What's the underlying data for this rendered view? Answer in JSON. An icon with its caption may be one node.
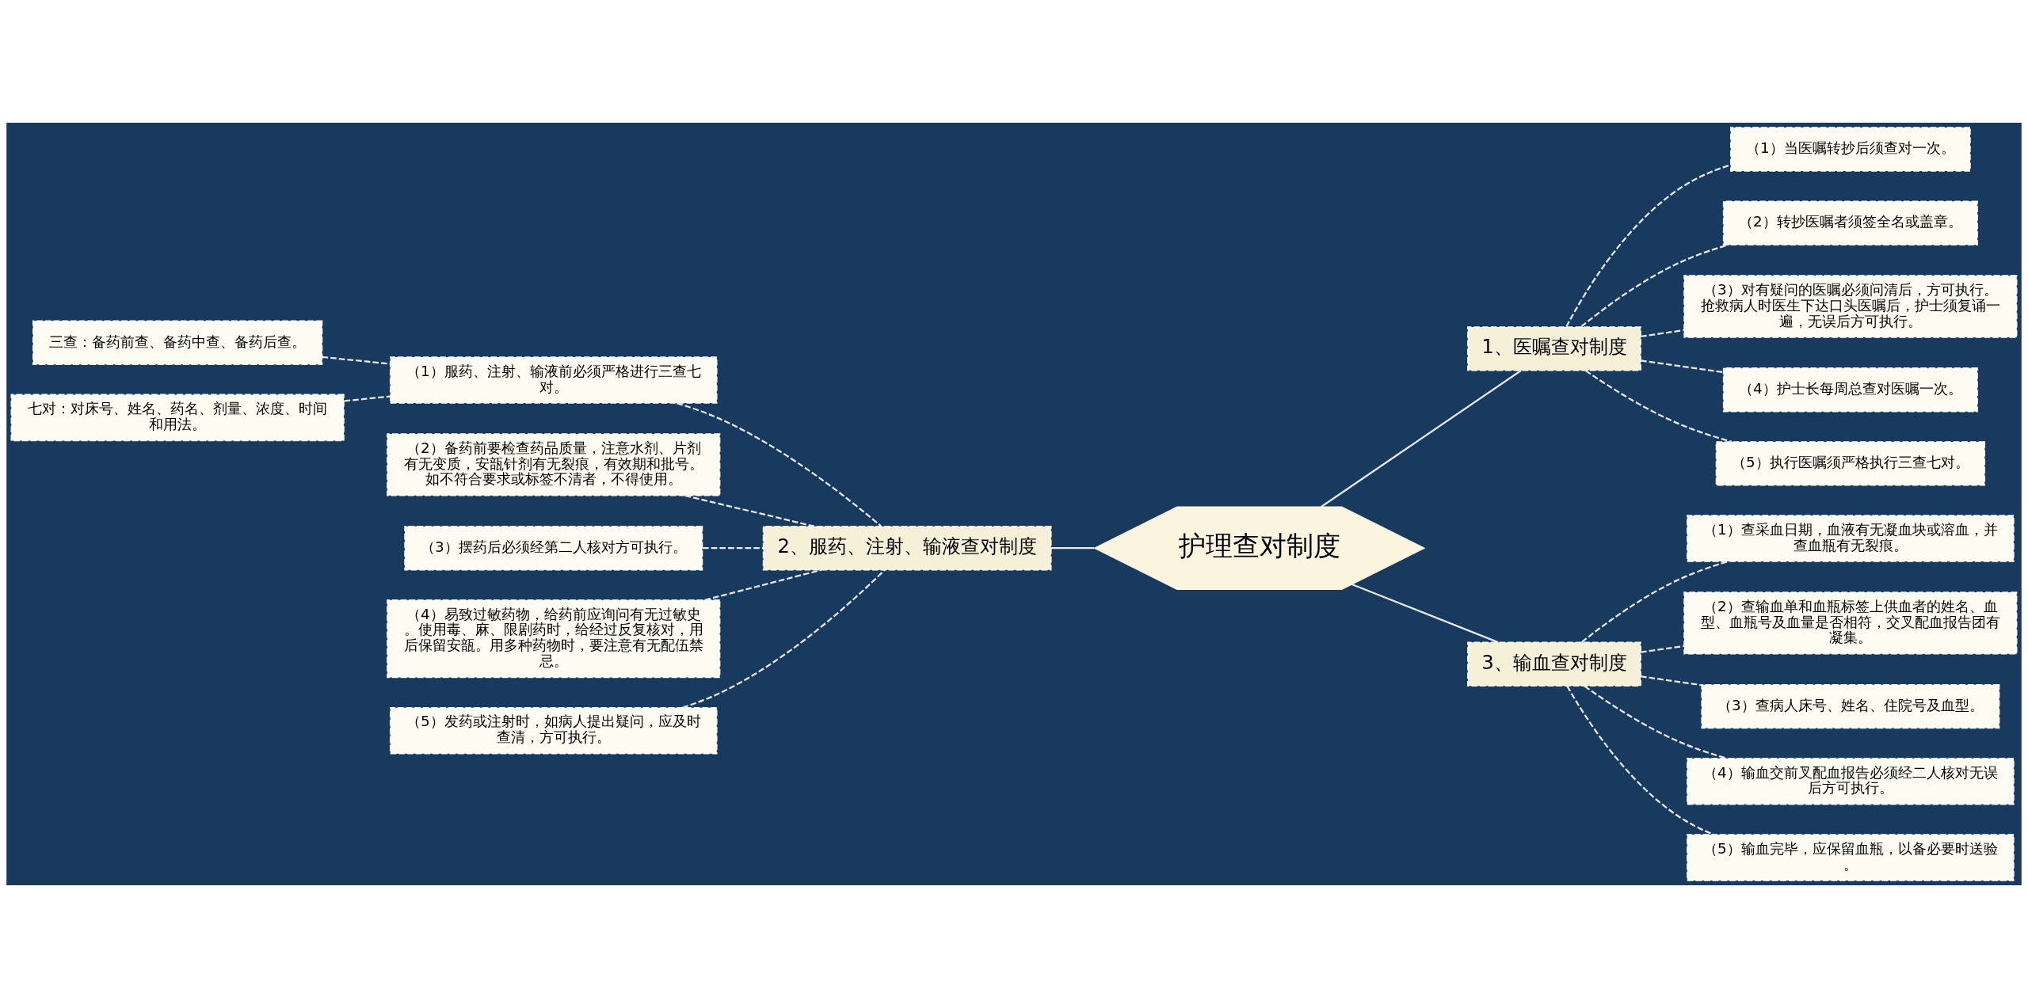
{
  "diagram": {
    "nodes": [
      {
        "text": [
          "护理查对制度"
        ]
      },
      {
        "text": [
          "1、医嘱查对制度"
        ]
      },
      {
        "text": [
          "（1）当医嘱转抄后须查对一次。"
        ]
      },
      {
        "text": [
          "（2）转抄医嘱者须签全名或盖章。"
        ]
      },
      {
        "text": [
          "（3）对有疑问的医嘱必须问清后，方可执行。抢救病人时医生下达口头医嘱后，护士须复诵一遍，无误后方可执行。"
        ]
      },
      {
        "text": [
          "（4）护士长每周总查对医嘱一次。"
        ]
      },
      {
        "text": [
          "（5）执行医嘱须严格执行三查七对。"
        ]
      },
      {
        "text": [
          "2、服药、注射、输液查对制度"
        ]
      },
      {
        "text": [
          "（1）服药、注射、输液前必须严格进行三查七对。"
        ]
      },
      {
        "text": [
          "三查：备药前查、备药中查、备药后查。"
        ]
      },
      {
        "text": [
          "七对：对床号、姓名、药名、剂量、浓度、时间和用法。"
        ]
      },
      {
        "text": [
          "（2）备药前要检查药品质量，注意水剂、片剂有无变质，安瓿针剂有无裂痕，有效期和批号。如不符合要求或标签不清者，不得使用。"
        ]
      },
      {
        "text": [
          "（3）摆药后必须经第二人核对方可执行。"
        ]
      },
      {
        "text": [
          "（4）易致过敏药物，给药前应询问有无过敏史。使用毒、麻、限剧药时，给经过反复核对，用后保留安瓿。用多种药物时，要注意有无配伍禁忌。"
        ]
      },
      {
        "text": [
          "（5）发药或注射时，如病人提出疑问，应及时查清，方可执行。"
        ]
      },
      {
        "text": [
          "3、输血查对制度"
        ]
      },
      {
        "text": [
          "（1）查采血日期，血液有无凝血块或溶血，并查血瓶有无裂痕。"
        ]
      },
      {
        "text": [
          "（2）查输血单和血瓶标签上供血者的姓名、血型、血瓶号及血量是否相符，交叉配血报告团有凝集。"
        ]
      },
      {
        "text": [
          "（3）查病人床号、姓名、住院号及血型。"
        ]
      },
      {
        "text": [
          "（4）输血交前叉配血报告必须经二人核对无误后方可执行。"
        ]
      },
      {
        "text": [
          "（5）输血完毕，应保留血瓶，以备必要时送验。"
        ]
      }
    ],
    "edges": [
      {
        "from": 0,
        "to": 1,
        "arrow": "none"
      },
      {
        "from": 1,
        "to": 2,
        "arrow": "none",
        "style": "dashed"
      },
      {
        "from": 1,
        "to": 3,
        "arrow": "none",
        "style": "dashed"
      },
      {
        "from": 1,
        "to": 4,
        "arrow": "none",
        "style": "dashed"
      },
      {
        "from": 1,
        "to": 5,
        "arrow": "none",
        "style": "dashed"
      },
      {
        "from": 1,
        "to": 6,
        "arrow": "none",
        "style": "dashed"
      },
      {
        "from": 0,
        "to": 7,
        "arrow": "none"
      },
      {
        "from": 7,
        "to": 8,
        "arrow": "none",
        "style": "dashed"
      },
      {
        "from": 8,
        "to": 9,
        "arrow": "none",
        "style": "dashed"
      },
      {
        "from": 8,
        "to": 10,
        "arrow": "none",
        "style": "dashed"
      },
      {
        "from": 7,
        "to": 11,
        "arrow": "none",
        "style": "dashed"
      },
      {
        "from": 7,
        "to": 12,
        "arrow": "none",
        "style": "dashed"
      },
      {
        "from": 7,
        "to": 13,
        "arrow": "none",
        "style": "dashed"
      },
      {
        "from": 7,
        "to": 14,
        "arrow": "none",
        "style": "dashed"
      },
      {
        "from": 0,
        "to": 15,
        "arrow": "none"
      },
      {
        "from": 15,
        "to": 16,
        "arrow": "none",
        "style": "dashed"
      },
      {
        "from": 15,
        "to": 17,
        "arrow": "none",
        "style": "dashed"
      },
      {
        "from": 15,
        "to": 18,
        "arrow": "none",
        "style": "dashed"
      },
      {
        "from": 15,
        "to": 19,
        "arrow": "none",
        "style": "dashed"
      },
      {
        "from": 15,
        "to": 20,
        "arrow": "none",
        "style": "dashed"
      }
    ]
  }
}
